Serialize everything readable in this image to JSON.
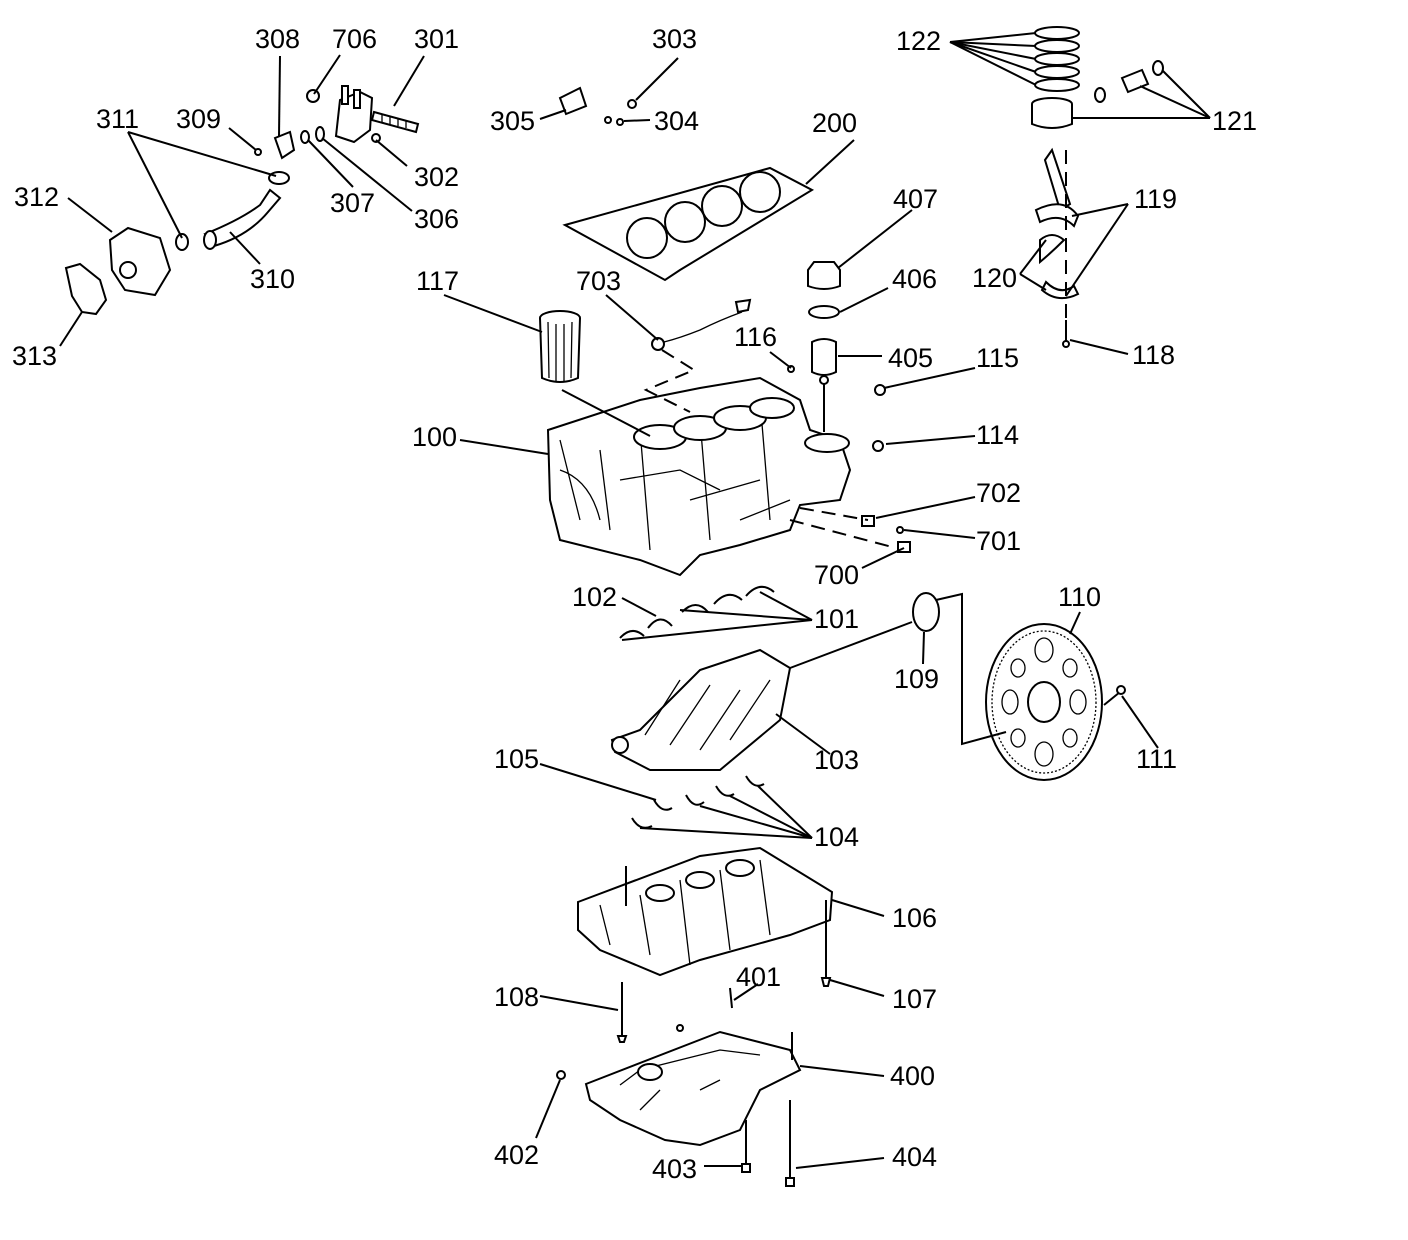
{
  "callouts": {
    "c100": "100",
    "c101": "101",
    "c102": "102",
    "c103": "103",
    "c104": "104",
    "c105": "105",
    "c106": "106",
    "c107": "107",
    "c108": "108",
    "c109": "109",
    "c110": "110",
    "c111": "111",
    "c114": "114",
    "c115": "115",
    "c116": "116",
    "c117": "117",
    "c118": "118",
    "c119": "119",
    "c120": "120",
    "c121": "121",
    "c122": "122",
    "c200": "200",
    "c301": "301",
    "c302": "302",
    "c303": "303",
    "c304": "304",
    "c305": "305",
    "c306": "306",
    "c307": "307",
    "c308": "308",
    "c309": "309",
    "c310": "310",
    "c311": "311",
    "c312": "312",
    "c313": "313",
    "c400": "400",
    "c401": "401",
    "c402": "402",
    "c403": "403",
    "c404": "404",
    "c405": "405",
    "c406": "406",
    "c407": "407",
    "c700": "700",
    "c701": "701",
    "c702": "702",
    "c703": "703",
    "c706": "706"
  }
}
